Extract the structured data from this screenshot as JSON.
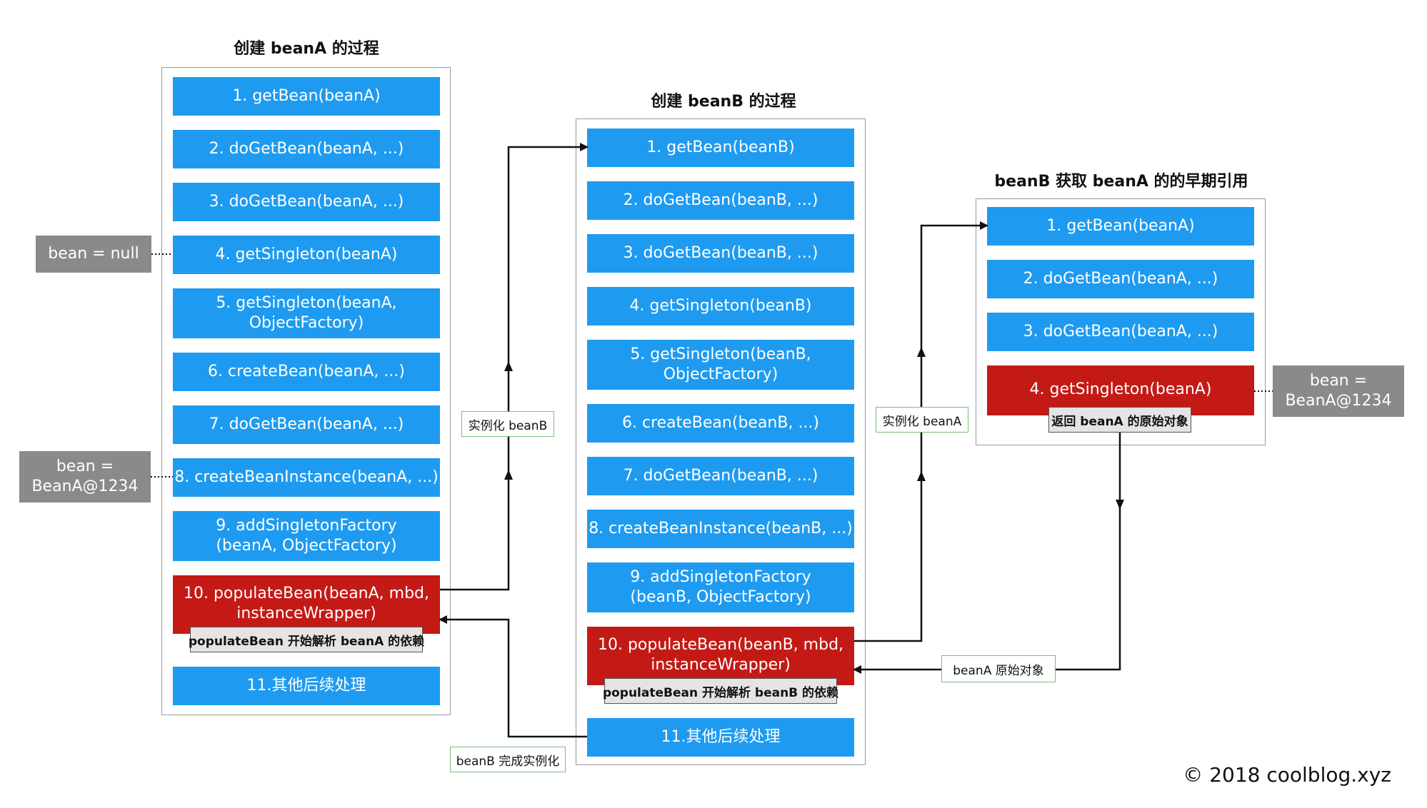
{
  "titles": {
    "a": "创建 beanA 的过程",
    "b": "创建 beanB 的过程",
    "c": "beanB 获取 beanA 的的早期引用"
  },
  "col_a": {
    "steps": [
      "1. getBean(beanA)",
      "2. doGetBean(beanA, ...)",
      "3. doGetBean(beanA, ...)",
      "4. getSingleton(beanA)",
      "5. getSingleton(beanA,\nObjectFactory)",
      "6. createBean(beanA, ...)",
      "7. doGetBean(beanA, ...)",
      "8. createBeanInstance(beanA, ...)",
      "9. addSingletonFactory\n(beanA, ObjectFactory)",
      "10. populateBean(beanA, mbd,\ninstanceWrapper)",
      "11.其他后续处理"
    ],
    "sub_label": "populateBean 开始解析 beanA 的依赖"
  },
  "col_b": {
    "steps": [
      "1. getBean(beanB)",
      "2. doGetBean(beanB, ...)",
      "3. doGetBean(beanB, ...)",
      "4. getSingleton(beanB)",
      "5. getSingleton(beanB,\nObjectFactory)",
      "6. createBean(beanB, ...)",
      "7. doGetBean(beanB, ...)",
      "8. createBeanInstance(beanB, ...)",
      "9. addSingletonFactory\n(beanB, ObjectFactory)",
      "10. populateBean(beanB, mbd,\ninstanceWrapper)",
      "11.其他后续处理"
    ],
    "sub_label": "populateBean 开始解析 beanB 的依赖"
  },
  "col_c": {
    "steps": [
      "1. getBean(beanA)",
      "2. doGetBean(beanA, ...)",
      "3. doGetBean(beanA, ...)",
      "4. getSingleton(beanA)"
    ],
    "sub_label": "返回 beanA 的原始对象"
  },
  "side_notes": {
    "bean_null": "bean = null",
    "bean_a_left": "bean =\nBeanA@1234",
    "bean_a_right": "bean =\nBeanA@1234"
  },
  "edge_labels": {
    "instantiate_b": "实例化 beanB",
    "instantiate_a": "实例化 beanA",
    "b_done": "beanB 完成实例化",
    "a_raw": "beanA 原始对象"
  },
  "copyright": "© 2018 coolblog.xyz",
  "colors": {
    "step_blue": "#1e9bf0",
    "step_red": "#c41a16",
    "note_gray": "#8a8a8a",
    "label_border_green": "#7cbd7c"
  }
}
